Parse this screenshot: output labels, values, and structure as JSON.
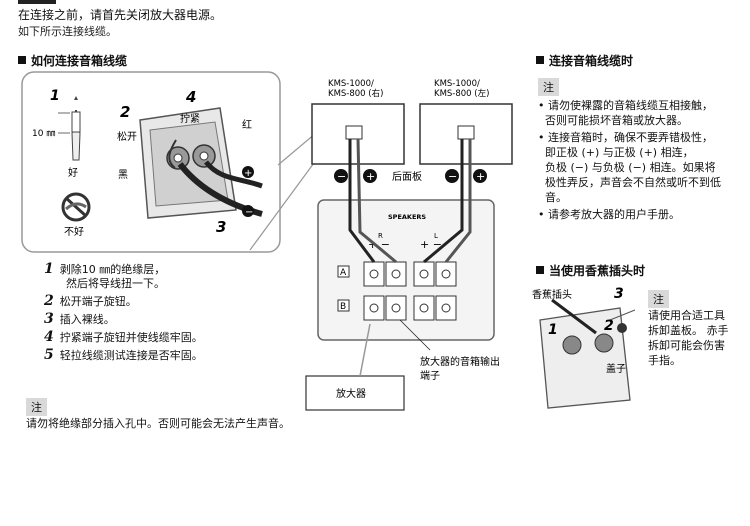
{
  "intro": {
    "line1": "在连接之前，请首先关闭放大器电源。",
    "line2": "如下所示连接线缆。"
  },
  "left_section": {
    "title": "如何连接音箱线缆",
    "steps_numbers": [
      "1",
      "2",
      "3",
      "4",
      "5"
    ],
    "steps_text": [
      "剥除10 ㎜的绝缘层，然后将导线扭一下。",
      "松开端子旋钮。",
      "插入裸线。",
      "拧紧端子旋钮并使线缆牢固。",
      "轻拉线缆测试连接是否牢固。"
    ],
    "step1_line2": "然后将导线扭一下。",
    "step1_line1": "剥除10 ㎜的绝缘层，",
    "note_label": "注",
    "note_text": "请勿将绝缘部分插入孔中。否则可能会无法产生声音。",
    "diagram": {
      "wire_length": "10 ㎜",
      "good": "好",
      "bad": "不好",
      "loosen": "松开",
      "tighten": "拧紧",
      "red": "红",
      "black": "黑",
      "n1": "1",
      "n2": "2",
      "n3": "3",
      "n4": "4"
    }
  },
  "middle": {
    "speaker_right": "KMS-1000/\nKMS-800 (右)",
    "speaker_right_l1": "KMS-1000/",
    "speaker_right_l2": "KMS-800 (右)",
    "speaker_left_l1": "KMS-1000/",
    "speaker_left_l2": "KMS-800 (左)",
    "rear_panel": "后面板",
    "speakers_label": "SPEAKERS",
    "r_label": "R",
    "l_label": "L",
    "a_label": "A",
    "b_label": "B",
    "output_label_l1": "放大器的音箱输出",
    "output_label_l2": "端子",
    "amplifier": "放大器"
  },
  "right_section": {
    "title": "连接音箱线缆时",
    "note_label": "注",
    "bullets": [
      [
        "请勿使裸露的音箱线缆互相接触，",
        "否则可能损坏音箱或放大器。"
      ],
      [
        "连接音箱时，确保不要弄错极性，",
        "即正极 (+) 与正极 (+) 相连，",
        "负极 (−) 与负极 (−) 相连。如果将",
        "极性弄反，声音会不自然或听不到低",
        "音。"
      ],
      [
        "请参考放大器的用户手册。"
      ]
    ],
    "banana_title": "当使用香蕉插头时",
    "banana_plug": "香蕉插头",
    "banana_note_label": "注",
    "banana_note": [
      "请使用合适工具",
      "拆卸盖板。 赤手",
      "拆卸可能会伤害",
      "手指。"
    ],
    "cap": "盖子",
    "b1": "1",
    "b2": "2",
    "b3": "3"
  }
}
